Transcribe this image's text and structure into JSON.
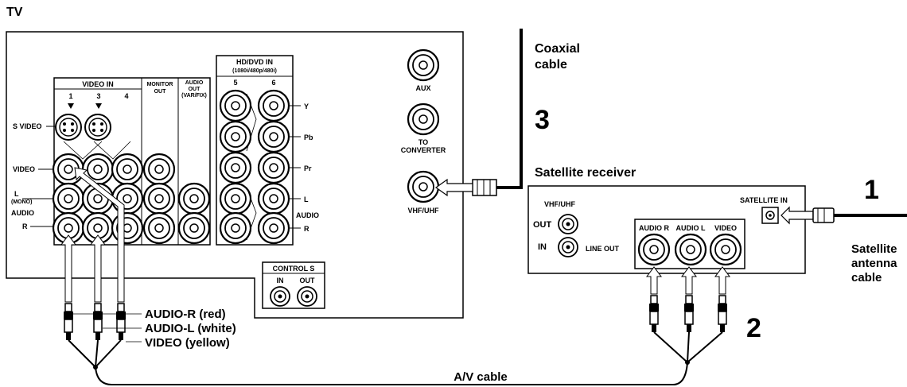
{
  "tv": {
    "label": "TV",
    "video_in": {
      "title": "VIDEO IN",
      "cols": [
        "1",
        "3",
        "4"
      ],
      "s_video": "S VIDEO",
      "video": "VIDEO",
      "l": "L",
      "mono": "(MONO)",
      "audio": "AUDIO",
      "r": "R"
    },
    "monitor_out": [
      "MONITOR",
      "OUT"
    ],
    "audio_out": [
      "AUDIO",
      "OUT",
      "(VAR/FIX)"
    ],
    "hd_dvd": {
      "title": "HD/DVD IN",
      "sub": "(1080i/480p/480i)",
      "cols": [
        "5",
        "6"
      ],
      "rows": [
        "Y",
        "Pb",
        "Pr",
        "L",
        "R"
      ],
      "audio": "AUDIO"
    },
    "aux": "AUX",
    "to_converter": [
      "TO",
      "CONVERTER"
    ],
    "vhf_uhf": "VHF/UHF",
    "control_s": {
      "title": "CONTROL S",
      "in": "IN",
      "out": "OUT"
    }
  },
  "coaxial_cable": [
    "Coaxial",
    "cable"
  ],
  "satellite": {
    "title": "Satellite receiver",
    "vhf_uhf": "VHF/UHF",
    "out": "OUT",
    "in": "IN",
    "line_out": "LINE OUT",
    "satellite_in": "SATELLITE IN",
    "jacks": [
      "AUDIO R",
      "AUDIO L",
      "VIDEO"
    ]
  },
  "antenna_cable": [
    "Satellite",
    "antenna",
    "cable"
  ],
  "plugs": [
    "AUDIO-R (red)",
    "AUDIO-L (white)",
    "VIDEO (yellow)"
  ],
  "av_cable": "A/V cable",
  "steps": [
    "1",
    "2",
    "3"
  ]
}
